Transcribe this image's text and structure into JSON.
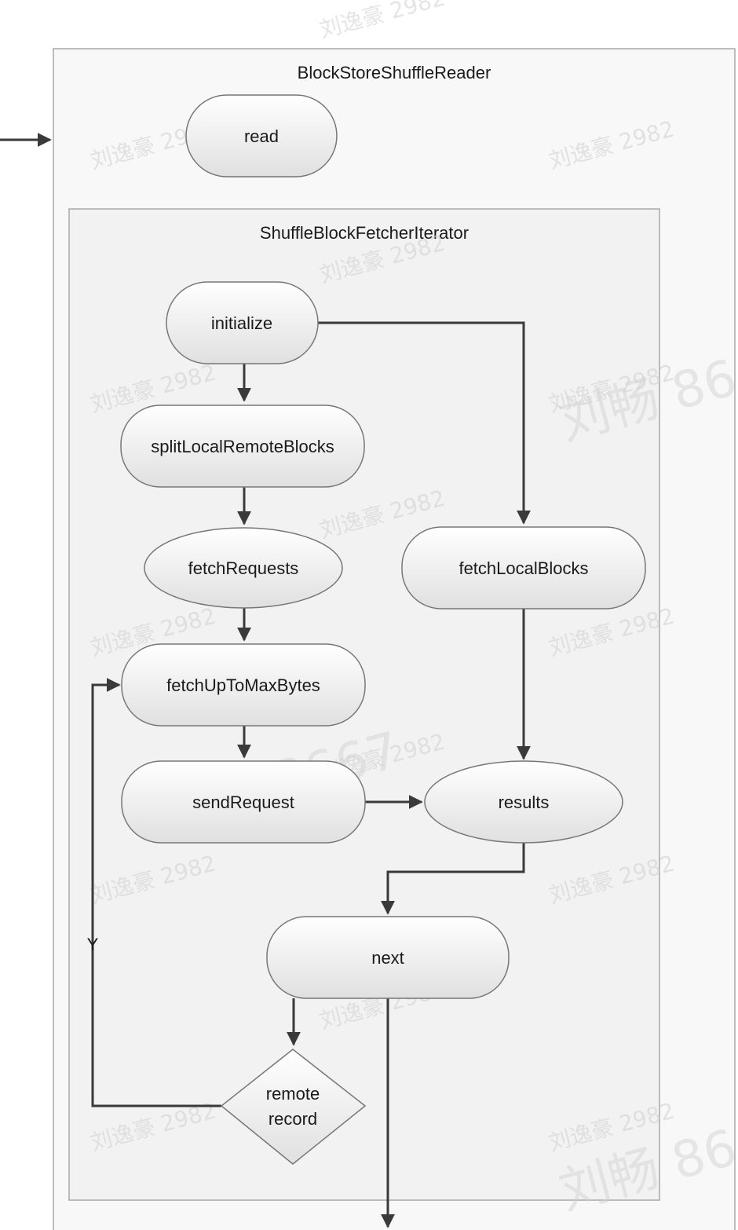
{
  "diagram": {
    "outer_container": {
      "title": "BlockStoreShuffleReader"
    },
    "inner_container": {
      "title": "ShuffleBlockFetcherIterator"
    },
    "nodes": {
      "read": "read",
      "initialize": "initialize",
      "split": "splitLocalRemoteBlocks",
      "fetch_requests": "fetchRequests",
      "fetch_local": "fetchLocalBlocks",
      "fetch_up_to": "fetchUpToMaxBytes",
      "send_request": "sendRequest",
      "results": "results",
      "next": "next",
      "remote_record_line1": "remote",
      "remote_record_line2": "record"
    },
    "edge_labels": {
      "yes": "Y"
    },
    "watermarks": {
      "small": "刘逸豪 2982",
      "large": "刘畅 8667",
      "large_partial": "刘畅 86"
    },
    "colors": {
      "node_fill_top": "#ffffff",
      "node_fill_bottom": "#e2e2e2",
      "container_fill": "#f7f7f7",
      "container_border": "#a8a8a8",
      "edge": "#3a3a3a"
    }
  }
}
